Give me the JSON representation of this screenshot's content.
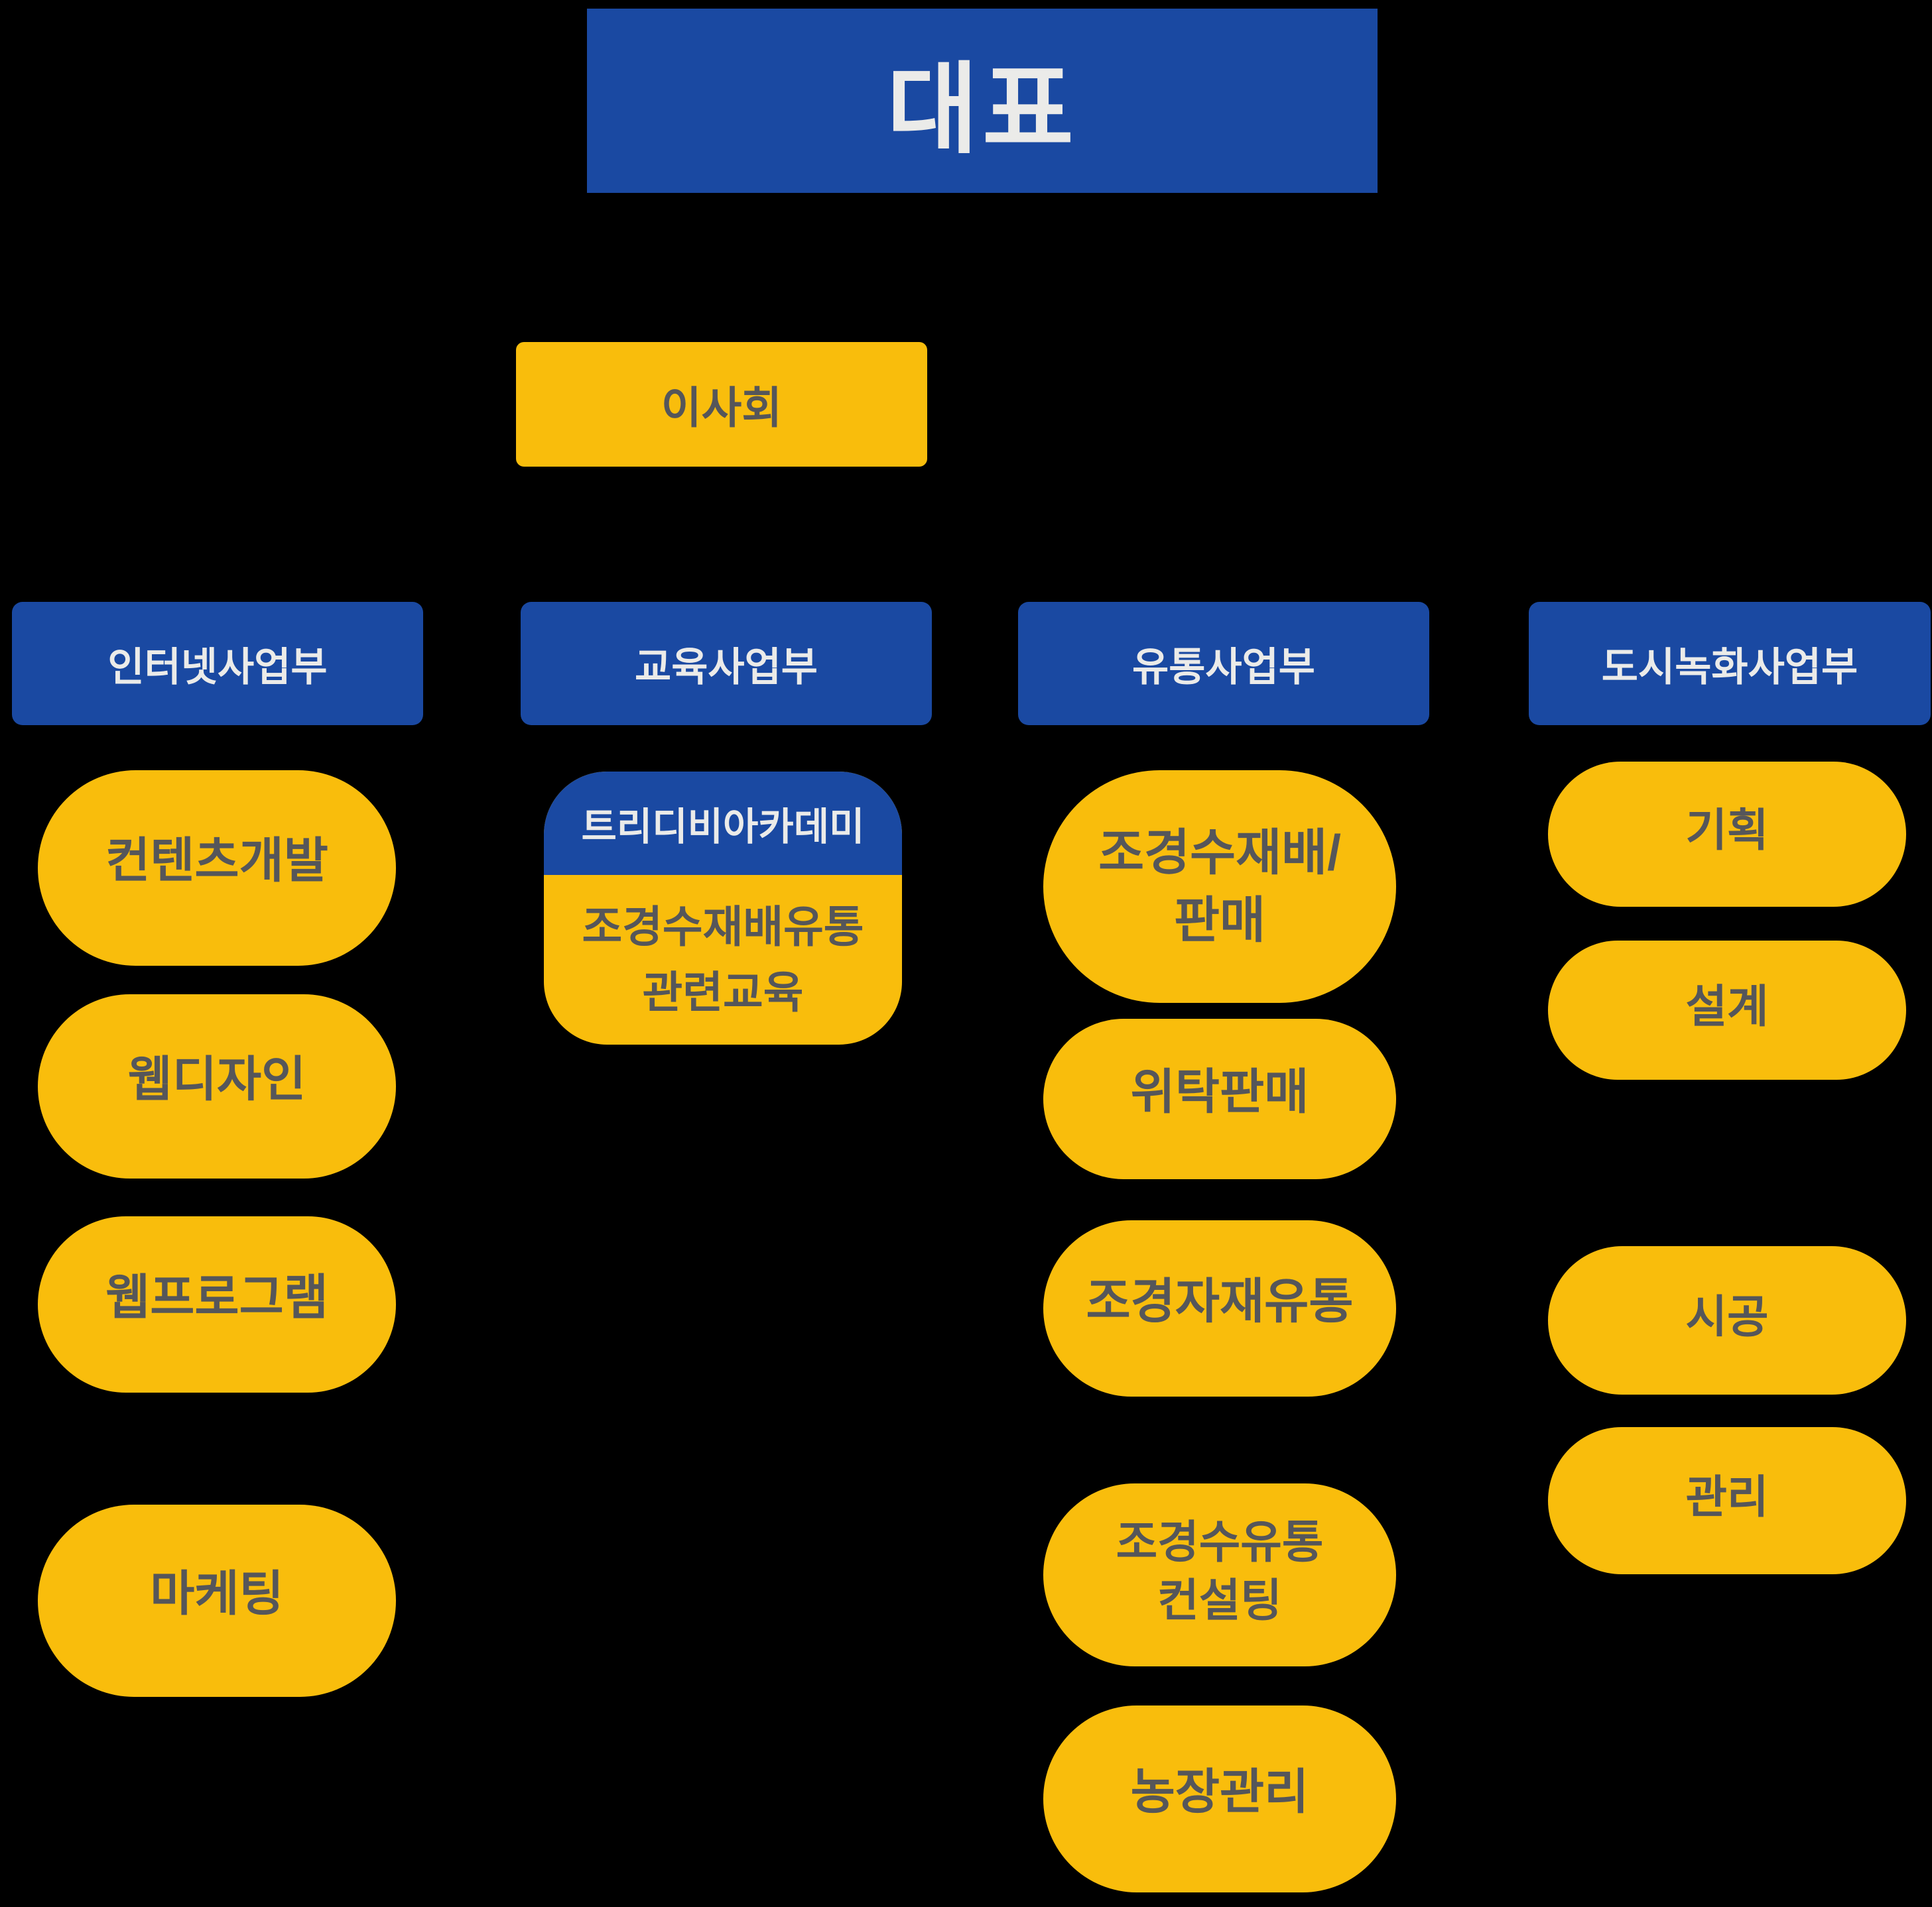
{
  "background": "#000000",
  "palette": {
    "blue": "#1a49a2",
    "yellow": "#f9bd0c",
    "dark_text": "#55565a",
    "light_text": "#ebebe9"
  },
  "root": {
    "label": "대표"
  },
  "board": {
    "label": "이사회"
  },
  "divisions": [
    {
      "id": "internet",
      "label": "인터넷사업부",
      "teams": [
        "컨텐츠개발",
        "웹디자인",
        "웹프로그램",
        "마케팅"
      ]
    },
    {
      "id": "education",
      "label": "교육사업부",
      "academy": {
        "title": "트리디비아카데미",
        "body": "조경수재배유통\n관련교육"
      }
    },
    {
      "id": "distribution",
      "label": "유통사업부",
      "teams": [
        "조경수재배/\n판매",
        "위탁판매",
        "조경자재유통",
        "조경수유통\n컨설팅",
        "농장관리"
      ]
    },
    {
      "id": "urban-greening",
      "label": "도시녹화사업부",
      "teams": [
        "기획",
        "설계",
        "시공",
        "관리"
      ]
    }
  ]
}
